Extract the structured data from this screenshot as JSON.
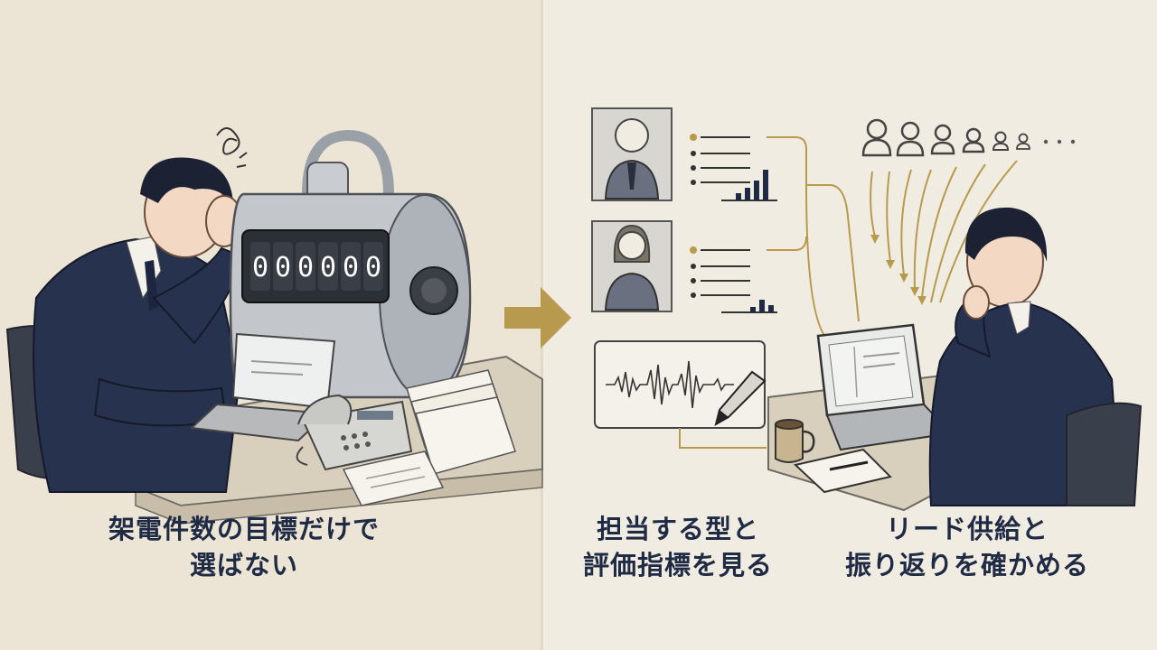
{
  "counter": {
    "digits": [
      "0",
      "0",
      "0",
      "0",
      "0",
      "0"
    ],
    "highlight_color": "#d7785a"
  },
  "captions": {
    "left": {
      "line1": "架電件数の目標だけで",
      "line2": "選ばない"
    },
    "middle": {
      "line1": "担当する型と",
      "line2": "評価指標を見る"
    },
    "right": {
      "line1": "リード供給と",
      "line2": "振り返りを確かめる"
    }
  },
  "colors": {
    "navy": "#1f2a44",
    "gold": "#b79a4e",
    "paper": "#efe9dc"
  }
}
